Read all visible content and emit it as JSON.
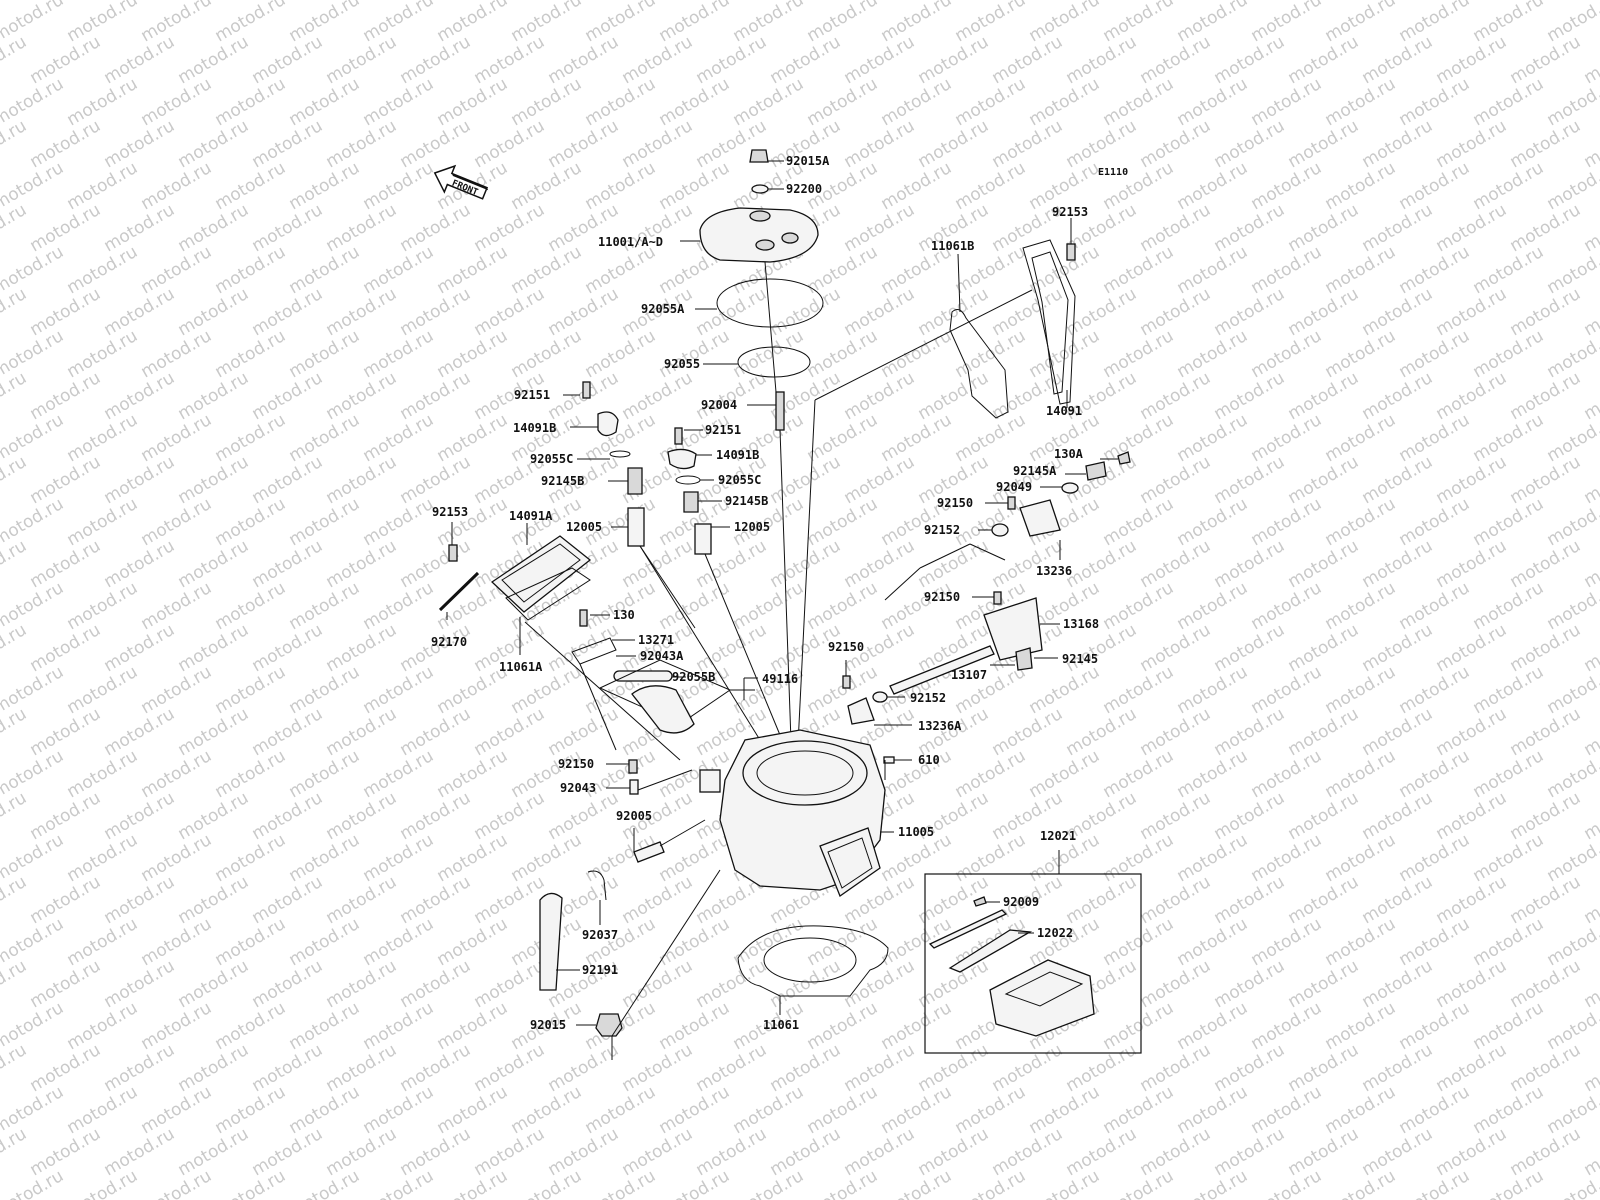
{
  "diagram_code": "E1110",
  "watermark": "motod.ru",
  "front_label": "FRONT",
  "labels": {
    "p92015A": "92015A",
    "p92200": "92200",
    "p11001": "11001/A~D",
    "p92153a": "92153",
    "p11061B": "11061B",
    "p92055A": "92055A",
    "p92055": "92055",
    "p92151a": "92151",
    "p14091B_a": "14091B",
    "p92004": "92004",
    "p14091": "14091",
    "p92151b": "92151",
    "p14091B_b": "14091B",
    "p92055C_a": "92055C",
    "p130A": "130A",
    "p92145B_a": "92145B",
    "p92055C_b": "92055C",
    "p92145A": "92145A",
    "p92049": "92049",
    "p92145B_b": "92145B",
    "p92150a": "92150",
    "p92153b": "92153",
    "p14091A": "14091A",
    "p12005a": "12005",
    "p12005b": "12005",
    "p92152a": "92152",
    "p13236": "13236",
    "p92150b": "92150",
    "p13168": "13168",
    "p130": "130",
    "p92170": "92170",
    "p13271": "13271",
    "p92043A": "92043A",
    "p92150c": "92150",
    "p11061A": "11061A",
    "p92145": "92145",
    "p92055B": "92055B",
    "p49116": "49116",
    "p13107": "13107",
    "p92152b": "92152",
    "p13236A": "13236A",
    "p92150d": "92150",
    "p610": "610",
    "p92043": "92043",
    "p92005": "92005",
    "p11005": "11005",
    "p12021": "12021",
    "p92009": "92009",
    "p92037": "92037",
    "p12022": "12022",
    "p92191": "92191",
    "p11061": "11061",
    "p92015": "92015"
  }
}
